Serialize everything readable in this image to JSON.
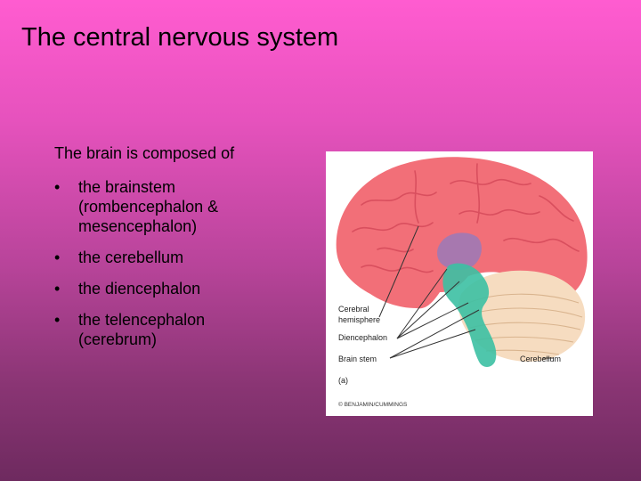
{
  "slide": {
    "title": "The central nervous system",
    "intro": "The brain is composed of",
    "bullet_glyph": "•",
    "bullets": [
      {
        "lines": [
          "the brainstem",
          "(rombencephalon &",
          "mesencephalon)"
        ]
      },
      {
        "lines": [
          "the cerebellum"
        ]
      },
      {
        "lines": [
          "the diencephalon"
        ]
      },
      {
        "lines": [
          "the telencephalon",
          "(cerebrum)"
        ]
      }
    ]
  },
  "figure": {
    "labels": {
      "cerebral_1": "Cerebral",
      "cerebral_2": "hemisphere",
      "diencephalon": "Diencephalon",
      "brain_stem": "Brain stem",
      "cerebellum": "Cerebellum",
      "panel": "(a)",
      "copyright": "© BENJAMIN/CUMMINGS"
    },
    "colors": {
      "cerebrum": "#f26f78",
      "cerebrum_fold": "#d94f5e",
      "diencephalon": "#9a7ab8",
      "brainstem": "#3cc0a3",
      "cerebellum": "#f6dcc0",
      "cerebellum_fold": "#d9b48e"
    }
  }
}
